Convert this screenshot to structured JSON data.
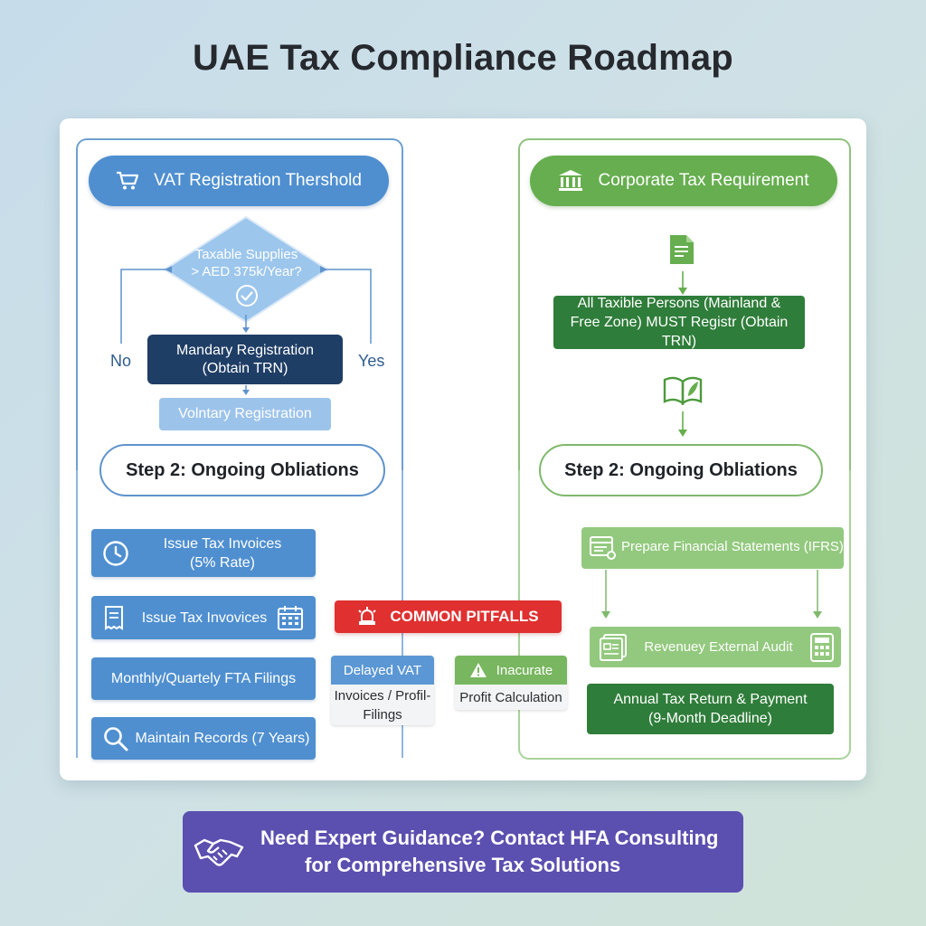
{
  "title": "UAE Tax Compliance Roadmap",
  "vat": {
    "header": "VAT  Registration Thershold",
    "decision_line1": "Taxable Supplies",
    "decision_line2": "> AED 375k/Year?",
    "no_label": "No",
    "yes_label": "Yes",
    "mandatory_line1": "Mandary Registration",
    "mandatory_line2": "(Obtain TRN)",
    "voluntary": "Volntary Registration",
    "step2": "Step 2: Ongoing Obliations",
    "obligations": [
      {
        "line1": "Issue Tax Invoices",
        "line2": "(5% Rate)",
        "icon": "clock-icon"
      },
      {
        "line1": "Issue Tax Invovices",
        "icon": "receipt-icon",
        "icon2": "calendar-icon"
      },
      {
        "line1": "Monthly/Quartely FTA Filings"
      },
      {
        "line1": "Maintain Records (7 Years)",
        "icon": "search-icon"
      }
    ]
  },
  "ct": {
    "header": "Corporate Tax Requirement",
    "persons_line1": "All Taxible Persons (Mainland &",
    "persons_line2": "Free Zone) MUST Registr (Obtain TRN)",
    "step2": "Step 2: Ongoing Obliations",
    "financial": "Prepare Financial Statements (IFRS)",
    "audit": "Revenuey External Audit",
    "annual_line1": "Annual Tax Return & Payment",
    "annual_line2": "(9-Month Deadline)"
  },
  "pitfalls": {
    "header": "COMMON PITFALLS",
    "card1_head": "Delayed VAT",
    "card1_line1": "Invoices / Profil-",
    "card1_line2": "Filings",
    "card2_head": "Inacurate",
    "card2_line1": "Profit Calculation"
  },
  "cta": {
    "line1": "Need Expert Guidance? Contact HFA Consulting",
    "line2": "for Comprehensive Tax Solutions"
  },
  "colors": {
    "vat_blue": "#4f8fd0",
    "ct_green": "#66ae4f",
    "dark_navy": "#1f3e66",
    "pitfall_red": "#e03030",
    "cta_purple": "#5b4fb0"
  }
}
